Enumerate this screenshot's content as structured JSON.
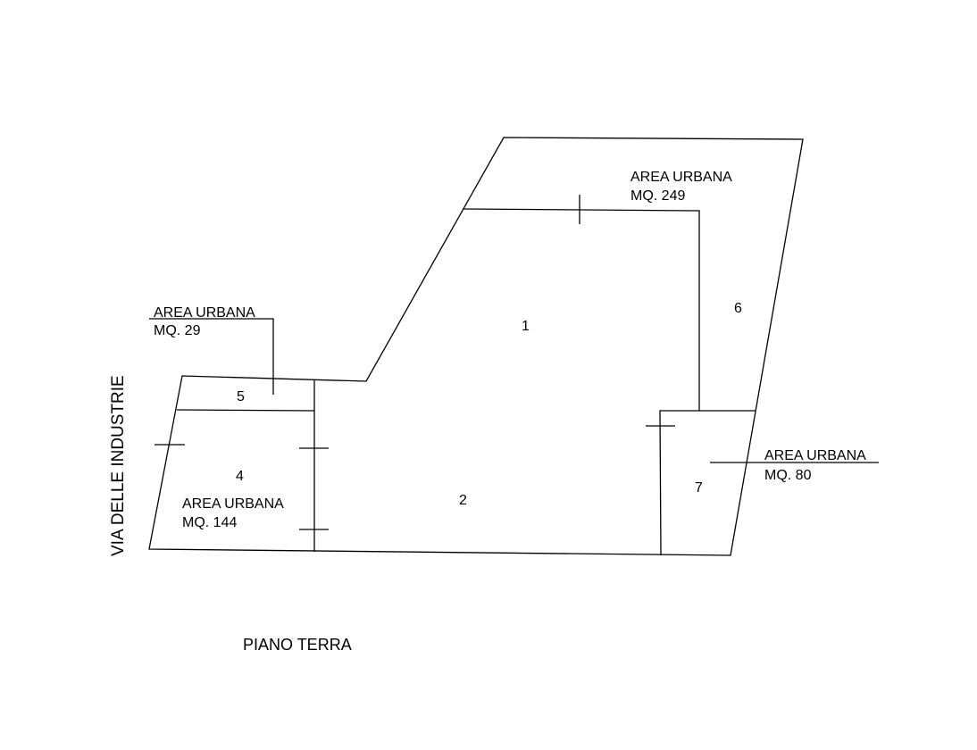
{
  "plan": {
    "title": "PIANO TERRA",
    "street": "VIA DELLE INDUSTRIE",
    "room_numbers": [
      "1",
      "2",
      "4",
      "5",
      "6",
      "7"
    ],
    "areas": [
      {
        "label": "AREA URBANA",
        "size": "MQ. 249"
      },
      {
        "label": "AREA URBANA",
        "size": "MQ. 29"
      },
      {
        "label": "AREA URBANA",
        "size": "MQ. 144"
      },
      {
        "label": "AREA URBANA",
        "size": "MQ. 80"
      }
    ]
  }
}
